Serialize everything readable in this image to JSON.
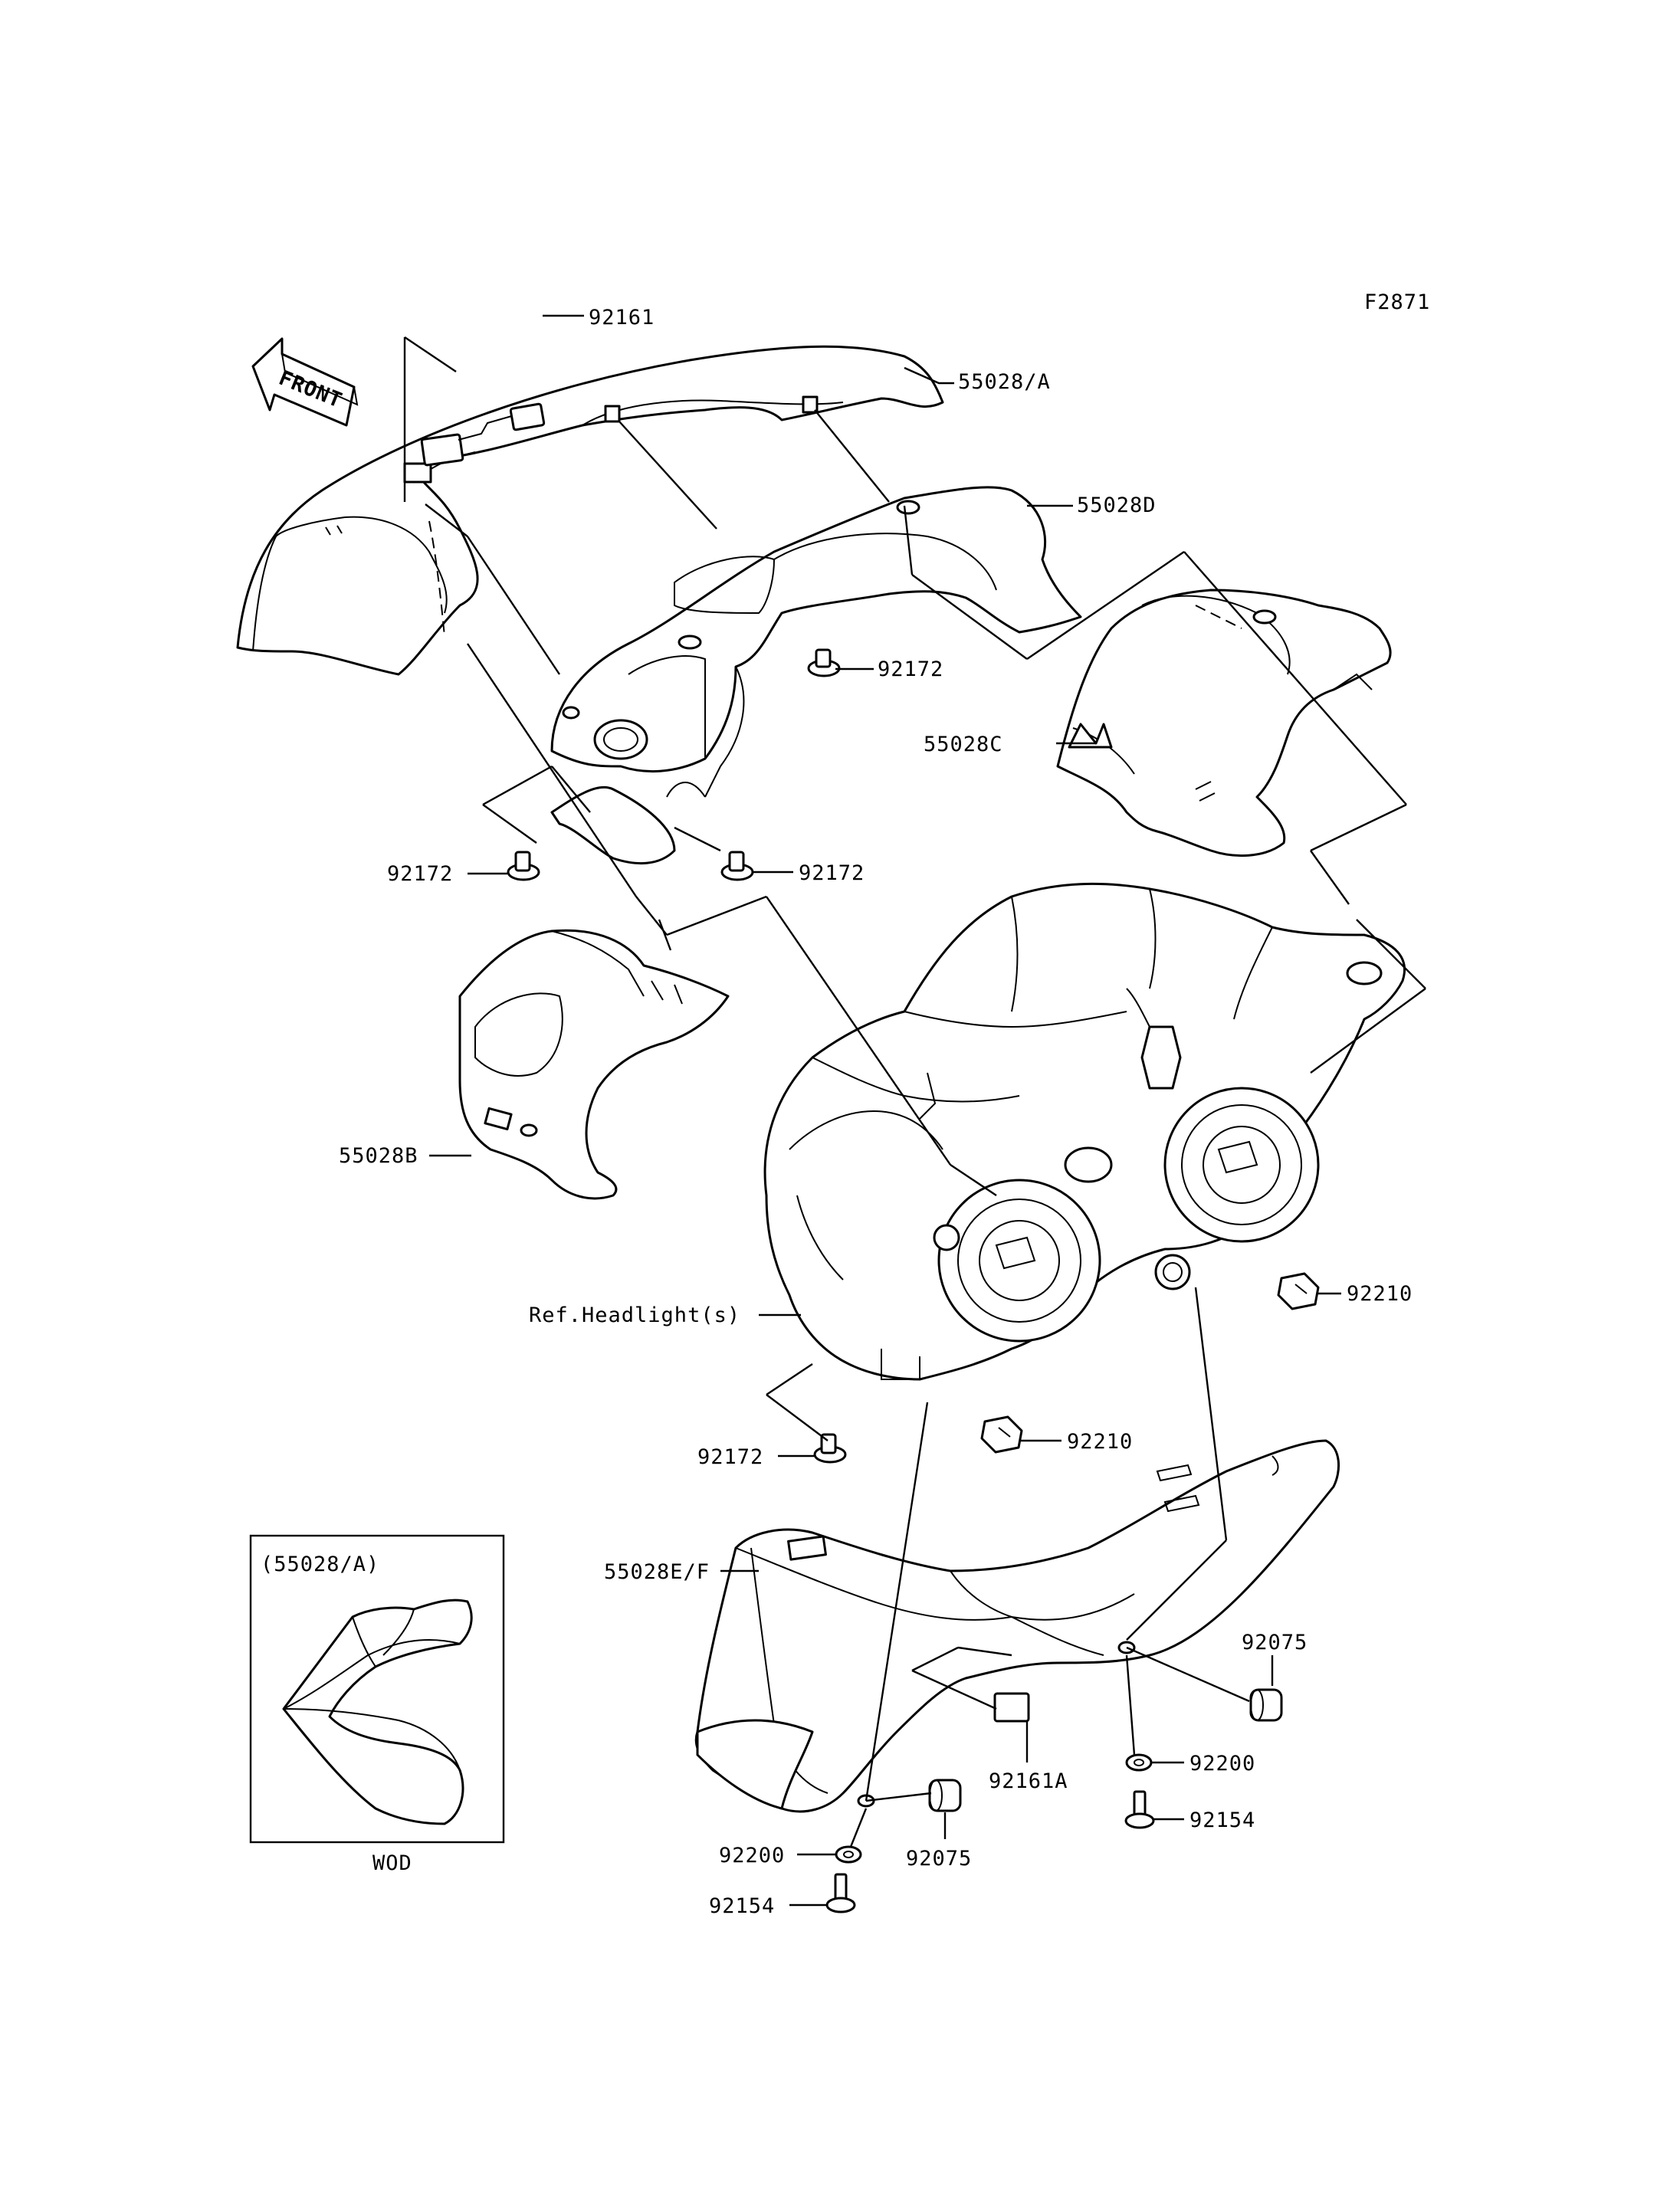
{
  "figure_code": "F2871",
  "front_label": "FRONT",
  "labels": {
    "p92161": "92161",
    "p55028A": "55028/A",
    "p55028D": "55028D",
    "p92172_top": "92172",
    "p55028C": "55028C",
    "p92172_left": "92172",
    "p92172_mid": "92172",
    "p55028B": "55028B",
    "p92210_right": "92210",
    "ref_headlight": "Ref.Headlight(s)",
    "p92172_bottom": "92172",
    "p92210_mid": "92210",
    "p55028EF": "55028E/F",
    "p92075_right": "92075",
    "p92161A": "92161A",
    "p92200_right": "92200",
    "p92154_right": "92154",
    "p92200_left": "92200",
    "p92075_left": "92075",
    "p92154_left": "92154"
  },
  "inset": {
    "title": "(55028/A)",
    "caption": "WOD"
  },
  "icons": {
    "front_arrow": "front-arrow-icon"
  }
}
